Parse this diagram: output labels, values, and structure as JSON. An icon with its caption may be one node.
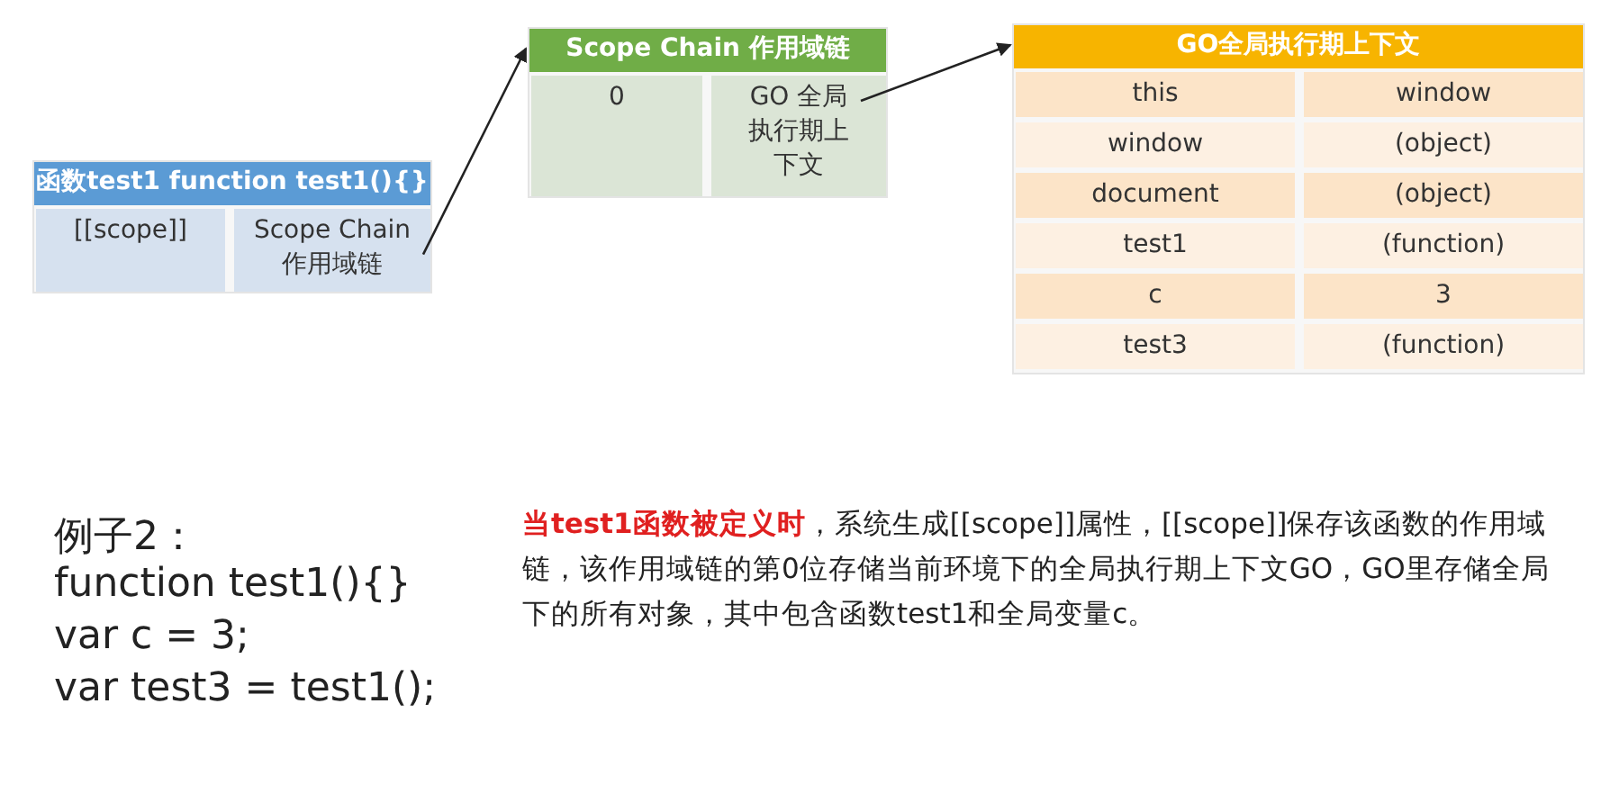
{
  "diagram": {
    "nodes": [
      {
        "text": [
          "函数test1  function test1(){}"
        ]
      },
      {
        "text": [
          "[[scope]]"
        ],
        "in": 0
      },
      {
        "text": [
          "Scope Chain 作用域链"
        ],
        "in": 0
      },
      {
        "text": [
          "Scope Chain 作用域链"
        ]
      },
      {
        "text": [
          "0"
        ],
        "in": 3
      },
      {
        "text": [
          "GO 全局执行期上下文"
        ],
        "in": 3
      },
      {
        "text": [
          "GO全局执行期上下文"
        ]
      },
      {
        "text": [
          "this"
        ],
        "in": 6
      },
      {
        "text": [
          "window"
        ],
        "in": 6
      },
      {
        "text": [
          "window"
        ],
        "in": 6
      },
      {
        "text": [
          "(object)"
        ],
        "in": 6
      },
      {
        "text": [
          "document"
        ],
        "in": 6
      },
      {
        "text": [
          "(object)"
        ],
        "in": 6
      },
      {
        "text": [
          "test1"
        ],
        "in": 6
      },
      {
        "text": [
          "(function)"
        ],
        "in": 6
      },
      {
        "text": [
          "c"
        ],
        "in": 6
      },
      {
        "text": [
          "3"
        ],
        "in": 6
      },
      {
        "text": [
          "test3"
        ],
        "in": 6
      },
      {
        "text": [
          "(function)"
        ],
        "in": 6
      }
    ],
    "edges": [
      {
        "from": 2,
        "to": 3,
        "arrow": "to"
      },
      {
        "from": 5,
        "to": 6,
        "arrow": "to"
      }
    ],
    "labels": [
      "例子2：",
      "function test1(){}",
      "var c = 3;",
      "var test3 = test1();",
      "**当test1函数被定义时**，系统生成[[scope]]属性，[[scope]]保存该函数的作用域链，该作用域链的第0位存储当前环境下的全局执行期上下文GO，GO里存储全局下的所有对象，其中包含函数test1和全局变量c。"
    ]
  }
}
